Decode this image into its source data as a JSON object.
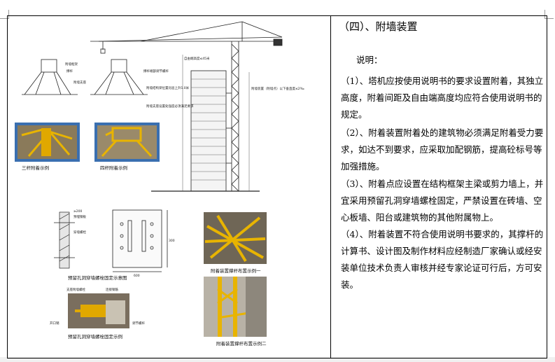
{
  "text_column": {
    "heading": "（四）、附墙装置",
    "intro": "说明：",
    "items": [
      "（1）、塔机应按使用说明书的要求设置附着，其独立高度，附着间距及自由端高度均应符合使用说明书的规定。",
      "（2）、附着装置附着处的建筑物必须满足附着受力要求，如达不到要求，应采取加配钢筋，提高砼标号等加强措施。",
      "（3）、附着点应设置在结构框架主梁或剪力墙上，并宜采用预留孔洞穿墙螺栓固定，严禁设置在砖墙、空心板墙、阳台或建筑物的其他附属物上。",
      "（4）、附着装置不符合使用说明书要求的，其撑杆的计算书、设计图及制作材料应经制造厂家确认或经安装单位技术负责人审核并经专家论证可行后，方可安装。"
    ]
  },
  "figures": {
    "photo1_caption": "三杆附着示例",
    "photo2_caption": "四杆附着示例",
    "bolt_plan_caption": "预留孔洞穿墙螺栓固定示意图",
    "photo3_caption": "附着装置撑杆布置示例一",
    "photo4_caption": "预留孔洞穿墙螺栓固定示例",
    "photo5_caption": "附着装置撑杆布置示例二",
    "diagram_notes": {
      "frame": "附墙框架",
      "strut": "撑杆",
      "wall_bracket": "附墙支座",
      "pin": "撑杆端部调节螺杆",
      "beam_note": "附墙结构梁位置比层上升1.0米",
      "embed_note": "附墙支座设置处强度必须满足要求",
      "free_height": "自由端高度≤45米",
      "attach_spacing": "附墙装置（附墙点）以下垂直度≤2‰",
      "wall_left": "≥200",
      "wall_left2": "预埋钢板",
      "bolt_hole": "穿墙螺栓",
      "dim_600": "600",
      "dim_300": "300",
      "wall_conn": "支座附墙螺栓",
      "rebar": "连接钢筋",
      "adj_bolt": "调节螺杆",
      "hole_plug": "开口销"
    }
  }
}
